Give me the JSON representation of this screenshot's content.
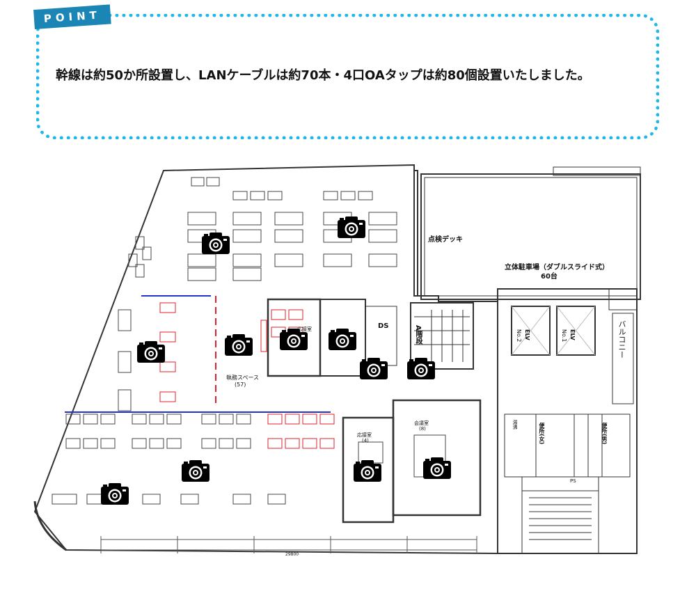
{
  "badge": {
    "label": "POINT"
  },
  "headline": "幹線は約50か所設置し、LANケーブルは約70本・4口OAタップは約80個設置いたしました。",
  "floorplan": {
    "parking": {
      "title": "立体駐車場（ダブルスライド式）",
      "capacity": "60台"
    },
    "inspection_deck": "点検デッキ",
    "balcony": "バルコニー",
    "work_space": {
      "name": "執務スペース",
      "seats": "(57)"
    },
    "reception_room": "応接室",
    "reception_room_2": {
      "name": "応接室",
      "seats": "(4)"
    },
    "meeting_room": {
      "name": "会議室",
      "seats": "(8)"
    },
    "stairs": "A階段",
    "ds": "DS",
    "ps": "PS",
    "ev1": {
      "name": "ELV",
      "num": "No.1"
    },
    "ev2": {
      "name": "ELV",
      "num": "No.2"
    },
    "toilet_f": "便所(女)",
    "toilet_m": "便所(男)",
    "hot_water": "湯沸",
    "dim_total": "29800"
  },
  "icons": {
    "camera": "camera-icon",
    "count": 13
  },
  "colors": {
    "accent": "#1db8e6",
    "badge": "#1b86b6",
    "red": "#e0202a",
    "blue": "#2233cc"
  }
}
